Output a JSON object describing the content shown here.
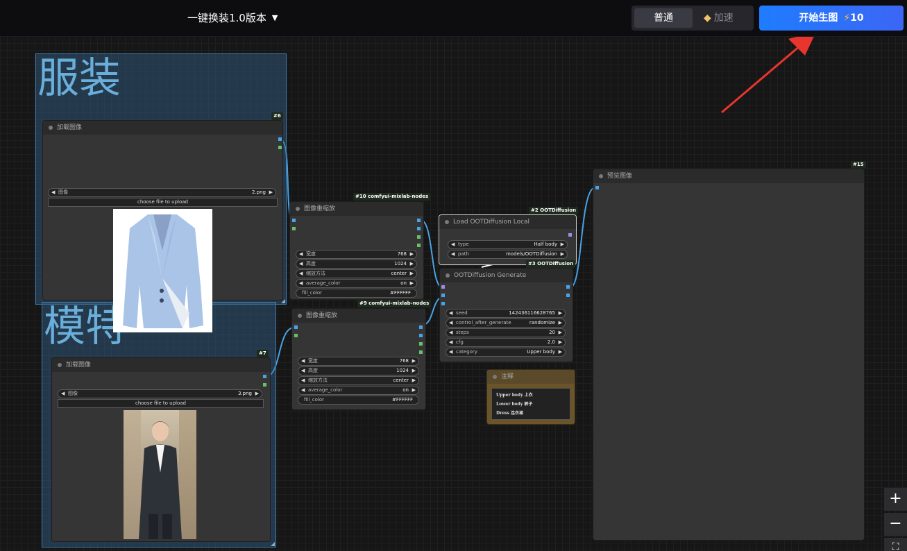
{
  "topbar": {
    "workflow_title": "一键换装1.0版本",
    "mode_normal": "普通",
    "mode_fast": "加速",
    "start_label": "开始生图",
    "credits": "10"
  },
  "groups": {
    "clothing": "服装",
    "model": "模特"
  },
  "nodes": {
    "load_clothing": {
      "badge": "#6",
      "title": "加载图像",
      "image_label": "图像",
      "image_value": "2.png",
      "upload_label": "choose file to upload"
    },
    "load_model": {
      "badge": "#7",
      "title": "加载图像",
      "image_label": "图像",
      "image_value": "3.png",
      "upload_label": "choose file to upload"
    },
    "resize_10": {
      "badge": "#10 comfyui-mixlab-nodes",
      "title": "图像重缩放",
      "width_label": "宽度",
      "width_value": "768",
      "height_label": "高度",
      "height_value": "1024",
      "method_label": "缩放方法",
      "method_value": "center",
      "avg_label": "average_color",
      "avg_value": "on",
      "fill_label": "fill_color",
      "fill_value": "#FFFFFF"
    },
    "resize_9": {
      "badge": "#9 comfyui-mixlab-nodes",
      "title": "图像重缩放",
      "width_label": "宽度",
      "width_value": "768",
      "height_label": "高度",
      "height_value": "1024",
      "method_label": "缩放方法",
      "method_value": "center",
      "avg_label": "average_color",
      "avg_value": "on",
      "fill_label": "fill_color",
      "fill_value": "#FFFFFF"
    },
    "load_oot": {
      "badge": "#2 OOTDiffusion",
      "title": "Load OOTDiffusion Local",
      "type_label": "type",
      "type_value": "Half body",
      "path_label": "path",
      "path_value": "models/OOTDiffusion"
    },
    "oot_generate": {
      "badge": "#3 OOTDiffusion",
      "title": "OOTDiffusion Generate",
      "seed_label": "seed",
      "seed_value": "142436116628765",
      "cag_label": "control_after_generate",
      "cag_value": "randomize",
      "steps_label": "steps",
      "steps_value": "20",
      "cfg_label": "cfg",
      "cfg_value": "2.0",
      "category_label": "category",
      "category_value": "Upper body"
    },
    "preview": {
      "badge": "#15",
      "title": "预览图像"
    },
    "note": {
      "title": "注释",
      "lines": [
        "Upper body 上衣",
        "Lower body 裤子",
        "Dress 连衣裙"
      ]
    }
  },
  "colors": {
    "accent_blue": "#1f7cff",
    "group_fill": "#32648c",
    "link_blue": "#4aa3e8",
    "note_header": "#5b4a2a",
    "annotation_arrow": "#e8352e"
  },
  "zoom": {
    "in": "+",
    "out": "−"
  }
}
